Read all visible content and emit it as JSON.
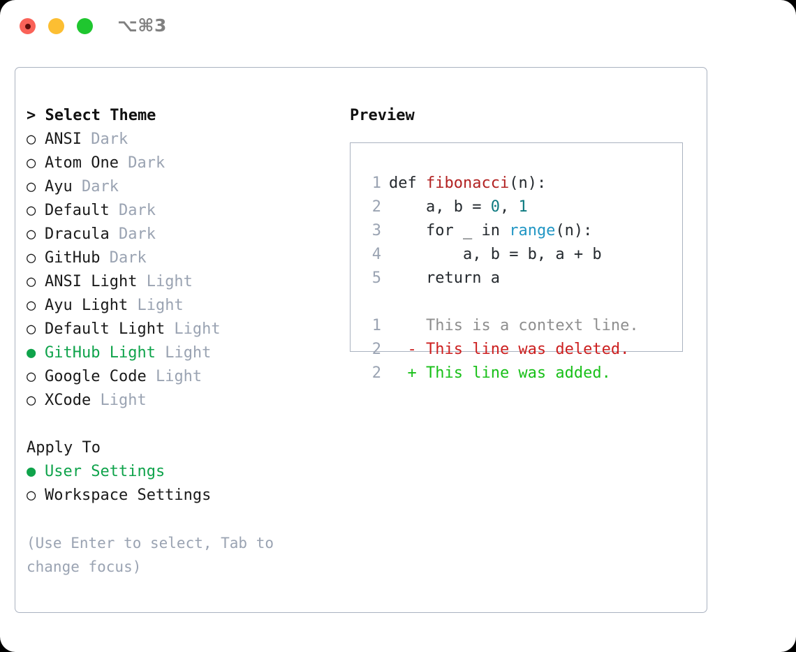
{
  "titlebar": {
    "dots": [
      {
        "name": "close-button",
        "color": "#fa6258"
      },
      {
        "name": "minimize-button",
        "color": "#fcbe32"
      },
      {
        "name": "zoom-button",
        "color": "#1fc62f"
      }
    ],
    "shortcut": "⌥⌘3"
  },
  "theme_picker": {
    "header": "> Select Theme",
    "selected_bullet": "●",
    "unselected_bullet": "○",
    "items": [
      {
        "name": "ANSI",
        "badge": "Dark",
        "selected": false
      },
      {
        "name": "Atom One",
        "badge": "Dark",
        "selected": false
      },
      {
        "name": "Ayu",
        "badge": "Dark",
        "selected": false
      },
      {
        "name": "Default",
        "badge": "Dark",
        "selected": false
      },
      {
        "name": "Dracula",
        "badge": "Dark",
        "selected": false
      },
      {
        "name": "GitHub",
        "badge": "Dark",
        "selected": false
      },
      {
        "name": "ANSI Light",
        "badge": "Light",
        "selected": false
      },
      {
        "name": "Ayu Light",
        "badge": "Light",
        "selected": false
      },
      {
        "name": "Default Light",
        "badge": "Light",
        "selected": false
      },
      {
        "name": "GitHub Light",
        "badge": "Light",
        "selected": true
      },
      {
        "name": "Google Code",
        "badge": "Light",
        "selected": false
      },
      {
        "name": "XCode",
        "badge": "Light",
        "selected": false
      }
    ]
  },
  "apply_to": {
    "header": "Apply To",
    "items": [
      {
        "name": "User Settings",
        "selected": true
      },
      {
        "name": "Workspace Settings",
        "selected": false
      }
    ]
  },
  "hint": "(Use Enter to select, Tab to change focus)",
  "preview": {
    "header": "Preview",
    "code": {
      "lines": [
        {
          "no": "1",
          "indent": "",
          "tokens": [
            {
              "t": "def ",
              "c": "plain"
            },
            {
              "t": "fibonacci",
              "c": "fn"
            },
            {
              "t": "(n):",
              "c": "plain"
            }
          ]
        },
        {
          "no": "2",
          "indent": "    ",
          "tokens": [
            {
              "t": "a, b = ",
              "c": "plain"
            },
            {
              "t": "0",
              "c": "num"
            },
            {
              "t": ", ",
              "c": "plain"
            },
            {
              "t": "1",
              "c": "num"
            }
          ]
        },
        {
          "no": "3",
          "indent": "    ",
          "tokens": [
            {
              "t": "for _ in ",
              "c": "plain"
            },
            {
              "t": "range",
              "c": "kwfn"
            },
            {
              "t": "(n):",
              "c": "plain"
            }
          ]
        },
        {
          "no": "4",
          "indent": "        ",
          "tokens": [
            {
              "t": "a, b = b, a + b",
              "c": "plain"
            }
          ]
        },
        {
          "no": "5",
          "indent": "    ",
          "tokens": [
            {
              "t": "return a",
              "c": "plain"
            }
          ]
        }
      ]
    },
    "diff": {
      "lines": [
        {
          "no": "1",
          "marker": " ",
          "text": "This is a context line.",
          "kind": "ctx"
        },
        {
          "no": "2",
          "marker": "-",
          "text": "This line was deleted.",
          "kind": "del"
        },
        {
          "no": "2",
          "marker": "+",
          "text": "This line was added.",
          "kind": "add"
        }
      ]
    }
  },
  "colors": {
    "accent_green": "#0fa34b",
    "muted": "#9aa3b2",
    "border": "#aab2c0",
    "diff_add": "#18c018",
    "diff_del": "#cc1f1f",
    "token_fn": "#b22222",
    "token_num": "#0d7a80",
    "token_builtin": "#2196c4"
  }
}
